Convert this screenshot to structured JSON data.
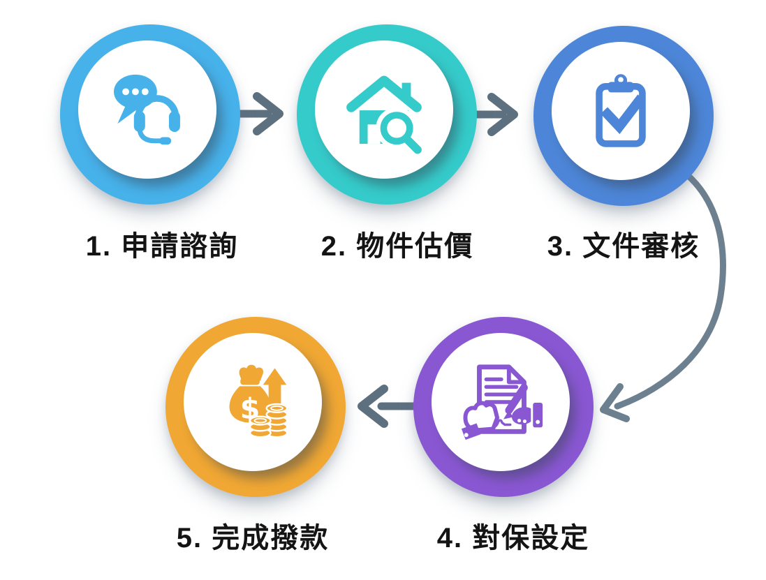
{
  "diagram": {
    "background_color": "#ffffff",
    "arrow_color": "#5d7080",
    "curved_arrow_color": "#6d8090",
    "text_color": "#141414",
    "steps": [
      {
        "index": "1",
        "full_label": "1. 申請諮詢",
        "label": "申請諮詢",
        "icon": "chat-headset-icon",
        "color": "#47b1ea"
      },
      {
        "index": "2",
        "full_label": "2. 物件估價",
        "label": "物件估價",
        "icon": "house-magnifier-icon",
        "color": "#35cbca"
      },
      {
        "index": "3",
        "full_label": "3. 文件審核",
        "label": "文件審核",
        "icon": "clipboard-check-icon",
        "color": "#4d86d8"
      },
      {
        "index": "4",
        "full_label": "4. 對保設定",
        "label": "對保設定",
        "icon": "contract-signing-icon",
        "color": "#8a57d3"
      },
      {
        "index": "5",
        "full_label": "5. 完成撥款",
        "label": "完成撥款",
        "icon": "money-bag-growth-icon",
        "color": "#f0a733"
      }
    ]
  }
}
